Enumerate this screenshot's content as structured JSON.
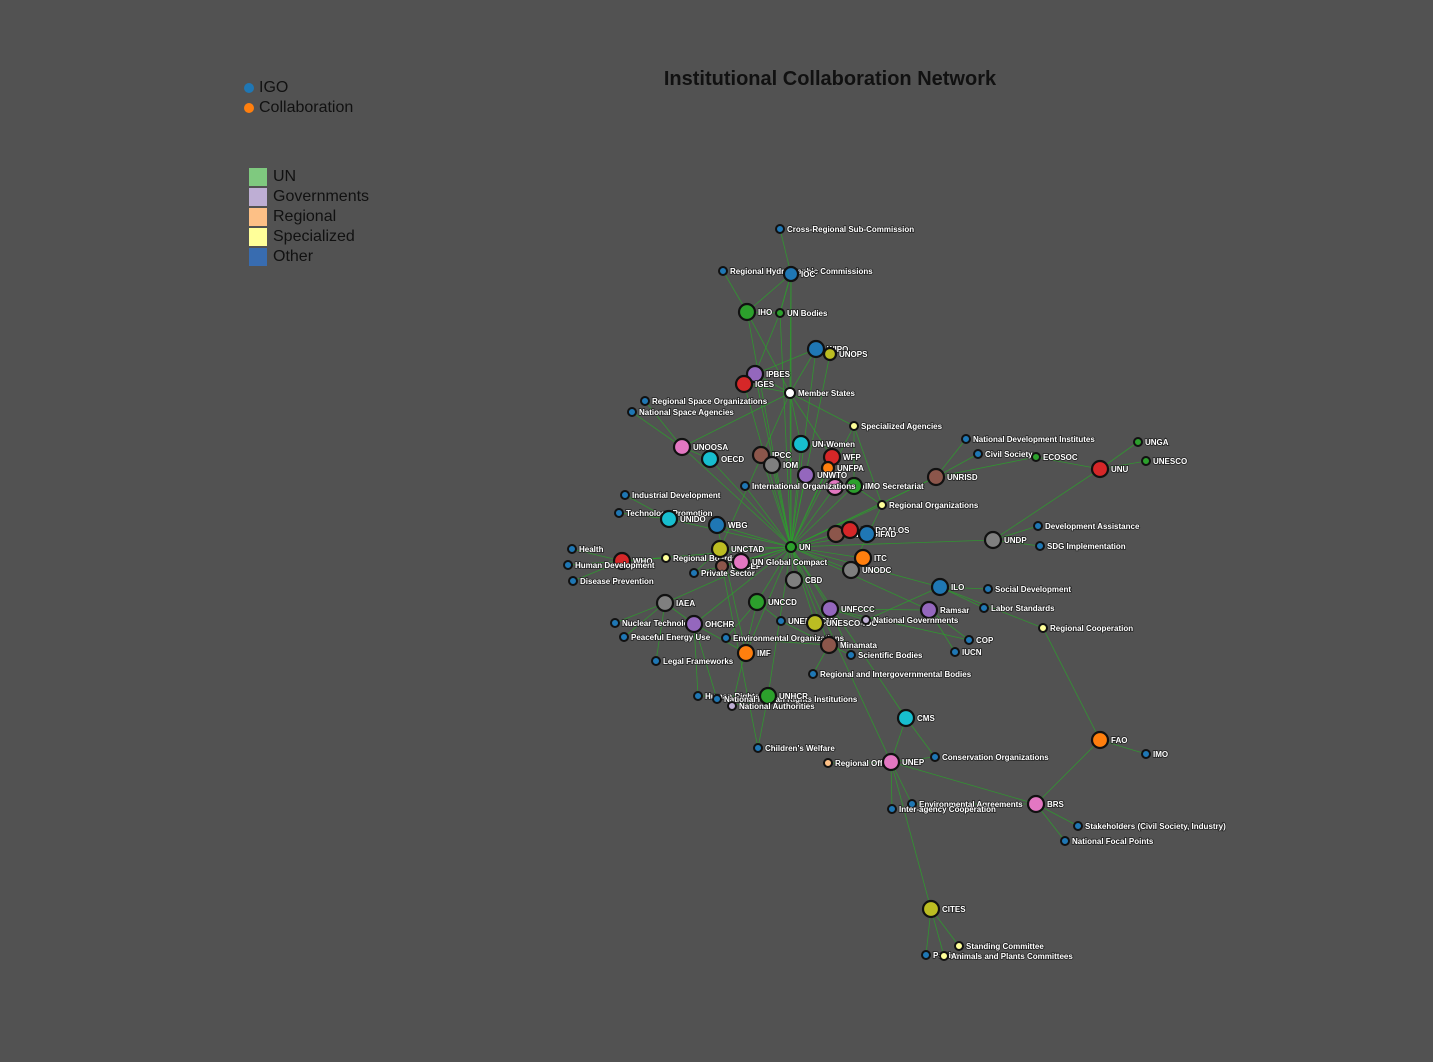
{
  "title": "Institutional Collaboration Network",
  "legend_type": [
    {
      "label": "IGO",
      "color": "#1f77b4"
    },
    {
      "label": "Collaboration",
      "color": "#ff7f0e"
    }
  ],
  "legend_group": [
    {
      "label": "UN",
      "color": "#7fc97f"
    },
    {
      "label": "Governments",
      "color": "#beaed4"
    },
    {
      "label": "Regional",
      "color": "#fdc086"
    },
    {
      "label": "Specialized",
      "color": "#ffff99"
    },
    {
      "label": "Other",
      "color": "#386cb0"
    }
  ],
  "colors": {
    "edge": "#2ca02c",
    "background": "#525252"
  },
  "nodes": [
    {
      "id": "UN",
      "c": "#2ca02c",
      "r": 5
    },
    {
      "id": "Member States",
      "c": "#ffffff",
      "r": 5
    },
    {
      "id": "UN Bodies",
      "c": "#2ca02c",
      "r": 4
    },
    {
      "id": "IHO",
      "c": "#2ca02c",
      "r": 8
    },
    {
      "id": "Regional Hydrographic Commissions",
      "c": "#1f77b4",
      "r": 4
    },
    {
      "id": "IOC",
      "c": "#1f77b4",
      "r": 7
    },
    {
      "id": "Cross-Regional Sub-Commission",
      "c": "#1f77b4",
      "r": 4
    },
    {
      "id": "WIPO",
      "c": "#1f77b4",
      "r": 8
    },
    {
      "id": "UNOPS",
      "c": "#bcbd22",
      "r": 6
    },
    {
      "id": "IPBES",
      "c": "#9467bd",
      "r": 8
    },
    {
      "id": "IGES",
      "c": "#d62728",
      "r": 8
    },
    {
      "id": "Regional Space Organizations",
      "c": "#1f77b4",
      "r": 4
    },
    {
      "id": "National Space Agencies",
      "c": "#1f77b4",
      "r": 4
    },
    {
      "id": "Specialized Agencies",
      "c": "#ffff99",
      "r": 4
    },
    {
      "id": "UNOOSA",
      "c": "#e377c2",
      "r": 8
    },
    {
      "id": "OECD",
      "c": "#17becf",
      "r": 8
    },
    {
      "id": "IPCC",
      "c": "#8c564b",
      "r": 8
    },
    {
      "id": "IOM",
      "c": "#7f7f7f",
      "r": 8
    },
    {
      "id": "UN-Women",
      "c": "#17becf",
      "r": 8
    },
    {
      "id": "WFP",
      "c": "#d62728",
      "r": 8
    },
    {
      "id": "UNFPA",
      "c": "#ff7f0e",
      "r": 6
    },
    {
      "id": "UNWTO",
      "c": "#9467bd",
      "r": 8
    },
    {
      "id": "WTO",
      "c": "#e377c2",
      "r": 8
    },
    {
      "id": "IMO Secretariat",
      "c": "#2ca02c",
      "r": 8
    },
    {
      "id": "International Organizations",
      "c": "#1f77b4",
      "r": 4
    },
    {
      "id": "Regional Organizations",
      "c": "#ffff99",
      "r": 4
    },
    {
      "id": "UNRISD",
      "c": "#8c564b",
      "r": 8
    },
    {
      "id": "National Development Institutes",
      "c": "#1f77b4",
      "r": 4
    },
    {
      "id": "Civil Society",
      "c": "#1f77b4",
      "r": 4
    },
    {
      "id": "ECOSOC",
      "c": "#2ca02c",
      "r": 4
    },
    {
      "id": "UNGA",
      "c": "#2ca02c",
      "r": 4
    },
    {
      "id": "UNU",
      "c": "#d62728",
      "r": 8
    },
    {
      "id": "UNESCO",
      "c": "#2ca02c",
      "r": 4
    },
    {
      "id": "Industrial Development",
      "c": "#1f77b4",
      "r": 4
    },
    {
      "id": "Technology Promotion",
      "c": "#1f77b4",
      "r": 4
    },
    {
      "id": "UNIDO",
      "c": "#17becf",
      "r": 8
    },
    {
      "id": "WBG",
      "c": "#1f77b4",
      "r": 8
    },
    {
      "id": "UNDESA",
      "c": "#8c564b",
      "r": 8
    },
    {
      "id": "UN-DOALOS",
      "c": "#d62728",
      "r": 8
    },
    {
      "id": "IFAD",
      "c": "#1f77b4",
      "r": 8
    },
    {
      "id": "Development Assistance",
      "c": "#1f77b4",
      "r": 4
    },
    {
      "id": "SDG Implementation",
      "c": "#1f77b4",
      "r": 4
    },
    {
      "id": "UNDP",
      "c": "#7f7f7f",
      "r": 8
    },
    {
      "id": "Health",
      "c": "#1f77b4",
      "r": 4
    },
    {
      "id": "WHO",
      "c": "#d62728",
      "r": 8
    },
    {
      "id": "Human Development",
      "c": "#1f77b4",
      "r": 4
    },
    {
      "id": "Disease Prevention",
      "c": "#1f77b4",
      "r": 4
    },
    {
      "id": "Regional Boards",
      "c": "#ffff99",
      "r": 4
    },
    {
      "id": "UNCTAD",
      "c": "#bcbd22",
      "r": 8
    },
    {
      "id": "UNICEF",
      "c": "#8c564b",
      "r": 6
    },
    {
      "id": "UN Global Compact",
      "c": "#e377c2",
      "r": 8
    },
    {
      "id": "Private Sector",
      "c": "#1f77b4",
      "r": 4
    },
    {
      "id": "ITC",
      "c": "#ff7f0e",
      "r": 8
    },
    {
      "id": "UNODC",
      "c": "#7f7f7f",
      "r": 8
    },
    {
      "id": "CBD",
      "c": "#7f7f7f",
      "r": 8
    },
    {
      "id": "ILO",
      "c": "#1f77b4",
      "r": 8
    },
    {
      "id": "Social Development",
      "c": "#1f77b4",
      "r": 4
    },
    {
      "id": "IAEA",
      "c": "#7f7f7f",
      "r": 8
    },
    {
      "id": "UNCCD",
      "c": "#2ca02c",
      "r": 8
    },
    {
      "id": "UNFCCC",
      "c": "#9467bd",
      "r": 8
    },
    {
      "id": "Ramsar",
      "c": "#9467bd",
      "r": 8
    },
    {
      "id": "Labor Standards",
      "c": "#1f77b4",
      "r": 4
    },
    {
      "id": "Regional Cooperation",
      "c": "#ffff99",
      "r": 4
    },
    {
      "id": "Nuclear Technology",
      "c": "#1f77b4",
      "r": 4
    },
    {
      "id": "OHCHR",
      "c": "#9467bd",
      "r": 8
    },
    {
      "id": "UNEP-WCMC",
      "c": "#1f77b4",
      "r": 4
    },
    {
      "id": "UNESCO-IOC",
      "c": "#bcbd22",
      "r": 8
    },
    {
      "id": "National Governments",
      "c": "#beaed4",
      "r": 4
    },
    {
      "id": "Peaceful Energy Use",
      "c": "#1f77b4",
      "r": 4
    },
    {
      "id": "Environmental Organizations",
      "c": "#1f77b4",
      "r": 4
    },
    {
      "id": "COP",
      "c": "#1f77b4",
      "r": 4
    },
    {
      "id": "IMF",
      "c": "#ff7f0e",
      "r": 8
    },
    {
      "id": "Minamata",
      "c": "#8c564b",
      "r": 8
    },
    {
      "id": "IUCN",
      "c": "#1f77b4",
      "r": 4
    },
    {
      "id": "Scientific Bodies",
      "c": "#1f77b4",
      "r": 4
    },
    {
      "id": "Legal Frameworks",
      "c": "#1f77b4",
      "r": 4
    },
    {
      "id": "Regional and Intergovernmental Bodies",
      "c": "#1f77b4",
      "r": 4
    },
    {
      "id": "Human Rights",
      "c": "#1f77b4",
      "r": 4
    },
    {
      "id": "National Human Rights Institutions",
      "c": "#1f77b4",
      "r": 4
    },
    {
      "id": "UNHCR",
      "c": "#2ca02c",
      "r": 8
    },
    {
      "id": "National Authorities",
      "c": "#beaed4",
      "r": 4
    },
    {
      "id": "CMS",
      "c": "#17becf",
      "r": 8
    },
    {
      "id": "Children's Welfare",
      "c": "#1f77b4",
      "r": 4
    },
    {
      "id": "Conservation Organizations",
      "c": "#1f77b4",
      "r": 4
    },
    {
      "id": "Regional Offices",
      "c": "#fdc086",
      "r": 4
    },
    {
      "id": "UNEP",
      "c": "#e377c2",
      "r": 8
    },
    {
      "id": "FAO",
      "c": "#ff7f0e",
      "r": 8
    },
    {
      "id": "IMO",
      "c": "#1f77b4",
      "r": 4
    },
    {
      "id": "Environmental Agreements",
      "c": "#1f77b4",
      "r": 4
    },
    {
      "id": "Inter-agency Cooperation",
      "c": "#1f77b4",
      "r": 4
    },
    {
      "id": "BRS",
      "c": "#e377c2",
      "r": 8
    },
    {
      "id": "Stakeholders (Civil Society, Industry)",
      "c": "#1f77b4",
      "r": 4
    },
    {
      "id": "National Focal Points",
      "c": "#1f77b4",
      "r": 4
    },
    {
      "id": "CITES",
      "c": "#bcbd22",
      "r": 8
    },
    {
      "id": "Standing Committee",
      "c": "#ffff99",
      "r": 4
    },
    {
      "id": "Parties",
      "c": "#1f77b4",
      "r": 4
    },
    {
      "id": "Animals and Plants Committees",
      "c": "#ffff99",
      "r": 4
    }
  ],
  "edges": [
    [
      "UN",
      "Member States"
    ],
    [
      "UN",
      "UN Bodies"
    ],
    [
      "UN",
      "IHO"
    ],
    [
      "UN",
      "IOC"
    ],
    [
      "UN",
      "WIPO"
    ],
    [
      "UN",
      "UNOPS"
    ],
    [
      "UN",
      "IPBES"
    ],
    [
      "UN",
      "IGES"
    ],
    [
      "UN",
      "UNOOSA"
    ],
    [
      "UN",
      "OECD"
    ],
    [
      "UN",
      "IPCC"
    ],
    [
      "UN",
      "IOM"
    ],
    [
      "UN",
      "UN-Women"
    ],
    [
      "UN",
      "WFP"
    ],
    [
      "UN",
      "UNFPA"
    ],
    [
      "UN",
      "UNWTO"
    ],
    [
      "UN",
      "WTO"
    ],
    [
      "UN",
      "IMO Secretariat"
    ],
    [
      "UN",
      "International Organizations"
    ],
    [
      "UN",
      "Regional Organizations"
    ],
    [
      "UN",
      "UNRISD"
    ],
    [
      "UN",
      "UNIDO"
    ],
    [
      "UN",
      "WBG"
    ],
    [
      "UN",
      "UNDESA"
    ],
    [
      "UN",
      "UN-DOALOS"
    ],
    [
      "UN",
      "IFAD"
    ],
    [
      "UN",
      "UNDP"
    ],
    [
      "UN",
      "WHO"
    ],
    [
      "UN",
      "UNCTAD"
    ],
    [
      "UN",
      "UNICEF"
    ],
    [
      "UN",
      "UN Global Compact"
    ],
    [
      "UN",
      "ITC"
    ],
    [
      "UN",
      "UNODC"
    ],
    [
      "UN",
      "CBD"
    ],
    [
      "UN",
      "ILO"
    ],
    [
      "UN",
      "IAEA"
    ],
    [
      "UN",
      "UNCCD"
    ],
    [
      "UN",
      "UNFCCC"
    ],
    [
      "UN",
      "Ramsar"
    ],
    [
      "UN",
      "OHCHR"
    ],
    [
      "UN",
      "UNESCO-IOC"
    ],
    [
      "UN",
      "IMF"
    ],
    [
      "UN",
      "Minamata"
    ],
    [
      "UN",
      "UNHCR"
    ],
    [
      "UN",
      "CMS"
    ],
    [
      "UN",
      "UNEP"
    ],
    [
      "UN",
      "Specialized Agencies"
    ],
    [
      "Member States",
      "IHO"
    ],
    [
      "Member States",
      "IOC"
    ],
    [
      "Member States",
      "IPBES"
    ],
    [
      "Member States",
      "IGES"
    ],
    [
      "Member States",
      "WIPO"
    ],
    [
      "Member States",
      "UNOOSA"
    ],
    [
      "Member States",
      "UNCTAD"
    ],
    [
      "Member States",
      "Specialized Agencies"
    ],
    [
      "Member States",
      "WFP"
    ],
    [
      "Member States",
      "UN-Women"
    ],
    [
      "UN Bodies",
      "IHO"
    ],
    [
      "UN Bodies",
      "IOC"
    ],
    [
      "UN Bodies",
      "IPBES"
    ],
    [
      "IHO",
      "Regional Hydrographic Commissions"
    ],
    [
      "IHO",
      "IOC"
    ],
    [
      "IOC",
      "Cross-Regional Sub-Commission"
    ],
    [
      "IOC",
      "UN Bodies"
    ],
    [
      "WIPO",
      "UNOPS"
    ],
    [
      "WIPO",
      "IPBES"
    ],
    [
      "IPBES",
      "IGES"
    ],
    [
      "UNOOSA",
      "Regional Space Organizations"
    ],
    [
      "UNOOSA",
      "National Space Agencies"
    ],
    [
      "UNOOSA",
      "OECD"
    ],
    [
      "Specialized Agencies",
      "IMO Secretariat"
    ],
    [
      "Specialized Agencies",
      "Regional Organizations"
    ],
    [
      "IMO Secretariat",
      "Regional Organizations"
    ],
    [
      "IMO Secretariat",
      "WTO"
    ],
    [
      "UNRISD",
      "National Development Institutes"
    ],
    [
      "UNRISD",
      "Civil Society"
    ],
    [
      "UNRISD",
      "ECOSOC"
    ],
    [
      "UNRISD",
      "UN"
    ],
    [
      "UNU",
      "UNGA"
    ],
    [
      "UNU",
      "UNESCO"
    ],
    [
      "UNU",
      "ECOSOC"
    ],
    [
      "UNU",
      "UNDP"
    ],
    [
      "UNIDO",
      "Industrial Development"
    ],
    [
      "UNIDO",
      "Technology Promotion"
    ],
    [
      "UNDP",
      "Development Assistance"
    ],
    [
      "UNDP",
      "SDG Implementation"
    ],
    [
      "WHO",
      "Health"
    ],
    [
      "WHO",
      "Human Development"
    ],
    [
      "WHO",
      "Disease Prevention"
    ],
    [
      "WHO",
      "Regional Boards"
    ],
    [
      "UNCTAD",
      "Private Sector"
    ],
    [
      "UN Global Compact",
      "Private Sector"
    ],
    [
      "UN Global Compact",
      "UNICEF"
    ],
    [
      "ILO",
      "Social Development"
    ],
    [
      "ILO",
      "Labor Standards"
    ],
    [
      "ILO",
      "Regional Cooperation"
    ],
    [
      "ILO",
      "National Governments"
    ],
    [
      "IAEA",
      "Nuclear Technology"
    ],
    [
      "IAEA",
      "Peaceful Energy Use"
    ],
    [
      "IAEA",
      "Legal Frameworks"
    ],
    [
      "IAEA",
      "OHCHR"
    ],
    [
      "UNCCD",
      "Environmental Organizations"
    ],
    [
      "UNCCD",
      "UNEP-WCMC"
    ],
    [
      "UNCCD",
      "National Authorities"
    ],
    [
      "UNFCCC",
      "COP"
    ],
    [
      "UNFCCC",
      "National Governments"
    ],
    [
      "UNFCCC",
      "Scientific Bodies"
    ],
    [
      "UNFCCC",
      "Ramsar"
    ],
    [
      "Ramsar",
      "IUCN"
    ],
    [
      "Ramsar",
      "COP"
    ],
    [
      "Minamata",
      "Regional and Intergovernmental Bodies"
    ],
    [
      "Minamata",
      "Scientific Bodies"
    ],
    [
      "Minamata",
      "Environmental Organizations"
    ],
    [
      "OHCHR",
      "Human Rights"
    ],
    [
      "OHCHR",
      "National Human Rights Institutions"
    ],
    [
      "OHCHR",
      "IMF"
    ],
    [
      "UNHCR",
      "National Authorities"
    ],
    [
      "UNHCR",
      "Children's Welfare"
    ],
    [
      "UNHCR",
      "Human Rights"
    ],
    [
      "CMS",
      "Conservation Organizations"
    ],
    [
      "CMS",
      "UNEP"
    ],
    [
      "UNEP",
      "Regional Offices"
    ],
    [
      "UNEP",
      "Environmental Agreements"
    ],
    [
      "UNEP",
      "Inter-agency Cooperation"
    ],
    [
      "UNEP",
      "BRS"
    ],
    [
      "UNEP",
      "CITES"
    ],
    [
      "UNEP",
      "Conservation Organizations"
    ],
    [
      "FAO",
      "IMO"
    ],
    [
      "FAO",
      "BRS"
    ],
    [
      "FAO",
      "Regional Cooperation"
    ],
    [
      "BRS",
      "Stakeholders (Civil Society, Industry)"
    ],
    [
      "BRS",
      "National Focal Points"
    ],
    [
      "BRS",
      "Environmental Agreements"
    ],
    [
      "CITES",
      "Standing Committee"
    ],
    [
      "CITES",
      "Parties"
    ],
    [
      "CITES",
      "Animals and Plants Committees"
    ],
    [
      "UNICEF",
      "Children's Welfare"
    ],
    [
      "UNEP-WCMC",
      "Minamata"
    ],
    [
      "WBG",
      "IMF"
    ],
    [
      "UNODC",
      "Regional Organizations"
    ],
    [
      "IFAD",
      "UN-DOALOS"
    ]
  ]
}
